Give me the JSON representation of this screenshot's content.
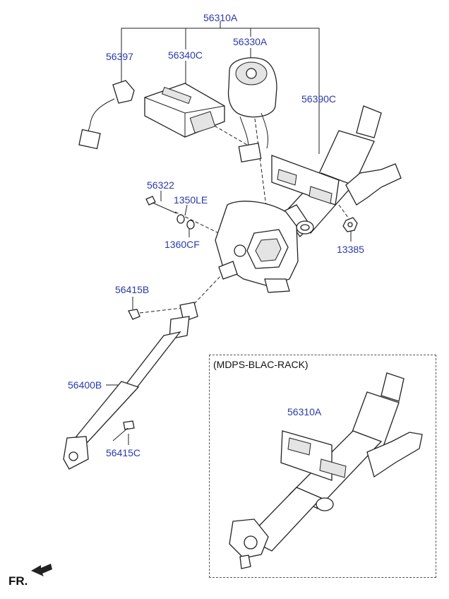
{
  "labels": {
    "p56310A": "56310A",
    "p56397": "56397",
    "p56340C": "56340C",
    "p56330A": "56330A",
    "p56390C": "56390C",
    "p56322": "56322",
    "p1350LE": "1350LE",
    "p1360CF": "1360CF",
    "p13385": "13385",
    "p56415B": "56415B",
    "p56400B": "56400B",
    "p56415C": "56415C",
    "inset_title": "(MDPS-BLAC-RACK)",
    "inset_part": "56310A",
    "fr": "FR."
  },
  "colors": {
    "part_label": "#2a3aa8",
    "line": "#222222"
  },
  "icons": {
    "direction": "fr-arrow-icon"
  }
}
